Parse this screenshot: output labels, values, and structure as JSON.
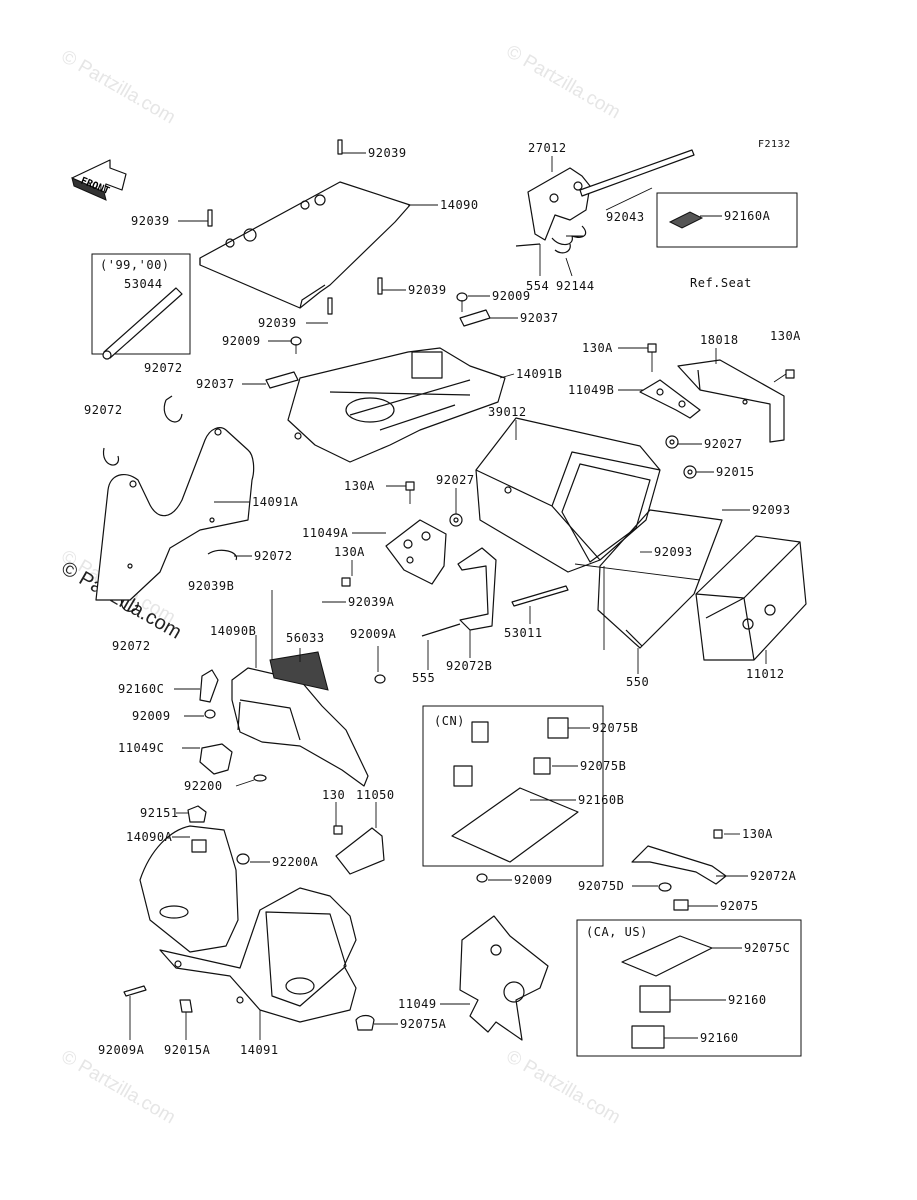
{
  "figure_id": "F2132",
  "watermark": "© Partzilla.com",
  "front_arrow_label": "FRONT",
  "boxes": {
    "years": "('99,'00)",
    "ref_seat": "Ref.Seat",
    "cn": "(CN)",
    "ca_us": "(CA, US)"
  },
  "labels": {
    "l92039_top": "92039",
    "l14090": "14090",
    "l92039_left": "92039",
    "l92039_mid": "92039",
    "l92039_low": "92039",
    "l53044": "53044",
    "l92072_a": "92072",
    "l92072_b": "92072",
    "l92072_c": "92072",
    "l92072_d": "92072",
    "l27012": "27012",
    "l92043": "92043",
    "l554": "554",
    "l92144": "92144",
    "l92009_top": "92009",
    "l92037_r": "92037",
    "l92009_l": "92009",
    "l92037_l": "92037",
    "l14091B": "14091B",
    "l92160A": "92160A",
    "l130A_1": "130A",
    "l18018": "18018",
    "l130A_2": "130A",
    "l11049B": "11049B",
    "l39012": "39012",
    "l92027_r": "92027",
    "l92015": "92015",
    "l92093_a": "92093",
    "l92093_b": "92093",
    "l14091A": "14091A",
    "l130A_3": "130A",
    "l92027_l": "92027",
    "l11049A": "11049A",
    "l130A_4": "130A",
    "l92039B": "92039B",
    "l92039A": "92039A",
    "l53011": "53011",
    "l11012": "11012",
    "l14090B": "14090B",
    "l56033": "56033",
    "l92009A_1": "92009A",
    "l92160C": "92160C",
    "l92009_c": "92009",
    "l11049C": "11049C",
    "l92200": "92200",
    "l555": "555",
    "l92072B": "92072B",
    "l550": "550",
    "l92075B_1": "92075B",
    "l92075B_2": "92075B",
    "l92160B": "92160B",
    "l92151": "92151",
    "l130": "130",
    "l11050": "11050",
    "l14090A": "14090A",
    "l92200A": "92200A",
    "l92009_bot": "92009",
    "l130A_5": "130A",
    "l92075D": "92075D",
    "l92072A": "92072A",
    "l92075": "92075",
    "l92075C": "92075C",
    "l92160_1": "92160",
    "l92160_2": "92160",
    "l11049": "11049",
    "l92075A": "92075A",
    "l92009A_2": "92009A",
    "l92015A": "92015A",
    "l14091": "14091"
  }
}
